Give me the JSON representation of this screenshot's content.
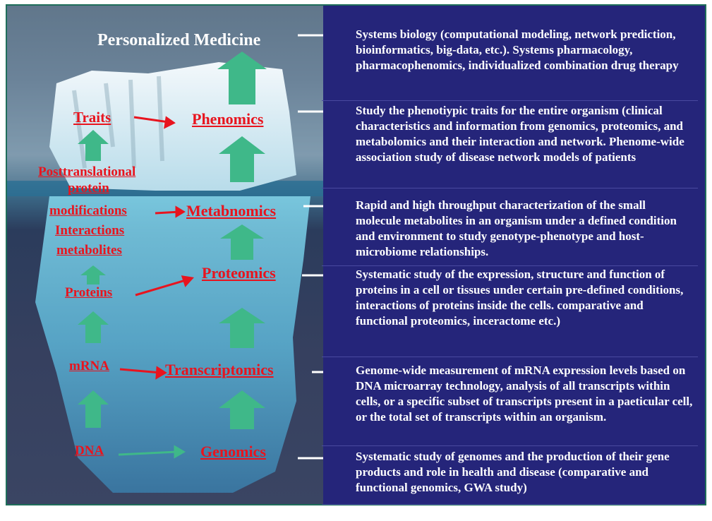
{
  "title": "Personalized Medicine",
  "molecular_labels": {
    "traits": "Traits",
    "ptm_line1": "Posttranslational",
    "ptm_line2": "protein",
    "ptm_line3": "modifications",
    "interactions": "Interactions",
    "metabolites": "metabolites",
    "proteins": "Proteins",
    "mrna": "mRNA",
    "dna": "DNA"
  },
  "omics_labels": {
    "phenomics": "Phenomics",
    "metabnomics": "Metabnomics",
    "proteomics": "Proteomics",
    "transcriptomics": "Transcriptomics",
    "genomics": "Genomics"
  },
  "descriptions": {
    "personalized": "Systems biology (computational modeling, network prediction, bioinformatics, big-data, etc.). Systems pharmacology, pharmacophenomics, individualized combination drug therapy",
    "phenomics": "Study the phenotiypic traits for the entire organism (clinical characteristics and information from genomics, proteomics, and metabolomics and their interaction and network. Phenome-wide association study of disease network models of patients",
    "metabnomics": "Rapid and high throughput characterization of the small molecule metabolites in an organism under a defined condition and environment to study genotype-phenotype and host-microbiome relationships.",
    "proteomics": "Systematic study of the expression, structure and function of proteins in a cell or tissues under certain pre-defined conditions, interactions of proteins inside the cells. comparative and functional proteomics, inceractome etc.)",
    "transcriptomics": "Genome-wide measurement of mRNA expression levels based on DNA microarray technology, analysis of all transcripts within cells, or a specific subset of transcripts present in a paeticular cell, or the total set of transcripts within an organism.",
    "genomics": "Systematic study of genomes and the production of their gene products and role in health and disease (comparative and functional genomics, GWA study)"
  },
  "colors": {
    "label_red": "#e8141e",
    "up_arrow_green": "#3fb889",
    "panel_navy": "#25257a",
    "frame_teal": "#1f6e5a"
  }
}
